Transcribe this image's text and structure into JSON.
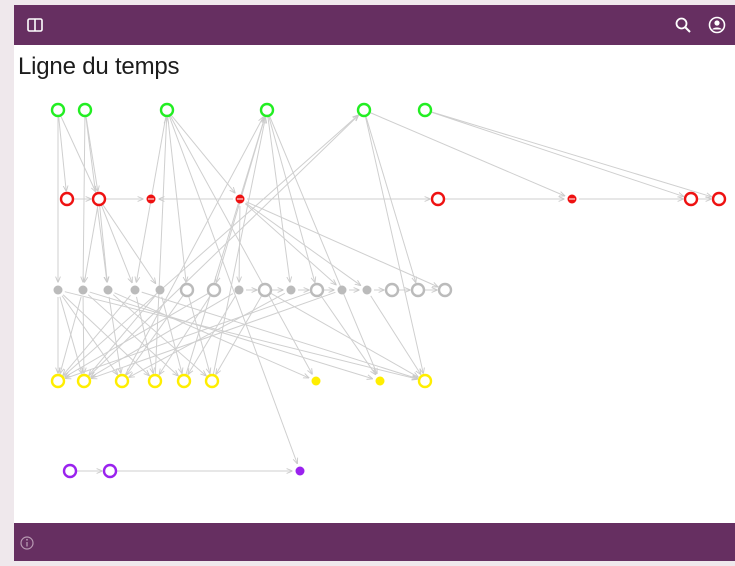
{
  "page_title": "Ligne du temps",
  "colors": {
    "bar": "#662f61",
    "edge": "#cfcfcf",
    "green": "#22ee22",
    "red": "#ee1111",
    "gray": "#bbbbbb",
    "yellow": "#ffee00",
    "purple": "#9a22ee"
  },
  "icons": {
    "book": "book-icon",
    "search": "search-icon",
    "account": "account-icon",
    "info": "info-icon"
  },
  "timeline": {
    "nodes": [
      {
        "id": "g1",
        "color": "green",
        "style": "ring"
      },
      {
        "id": "g2",
        "color": "green",
        "style": "ring"
      },
      {
        "id": "g3",
        "color": "green",
        "style": "ring"
      },
      {
        "id": "g4",
        "color": "green",
        "style": "ring"
      },
      {
        "id": "g5",
        "color": "green",
        "style": "ring"
      },
      {
        "id": "g6",
        "color": "green",
        "style": "ring"
      },
      {
        "id": "r1",
        "color": "red",
        "style": "ring"
      },
      {
        "id": "r2",
        "color": "red",
        "style": "ring"
      },
      {
        "id": "r3",
        "color": "red",
        "style": "dot"
      },
      {
        "id": "r4",
        "color": "red",
        "style": "dot"
      },
      {
        "id": "r5",
        "color": "red",
        "style": "ring"
      },
      {
        "id": "r6",
        "color": "red",
        "style": "dot"
      },
      {
        "id": "r7",
        "color": "red",
        "style": "ring"
      },
      {
        "id": "r8",
        "color": "red",
        "style": "ring"
      },
      {
        "id": "n1",
        "color": "gray",
        "style": "dot"
      },
      {
        "id": "n2",
        "color": "gray",
        "style": "dot"
      },
      {
        "id": "n3",
        "color": "gray",
        "style": "dot"
      },
      {
        "id": "n4",
        "color": "gray",
        "style": "dot"
      },
      {
        "id": "n5",
        "color": "gray",
        "style": "dot"
      },
      {
        "id": "n6",
        "color": "gray",
        "style": "ring"
      },
      {
        "id": "n7",
        "color": "gray",
        "style": "ring"
      },
      {
        "id": "n8",
        "color": "gray",
        "style": "dot"
      },
      {
        "id": "n9",
        "color": "gray",
        "style": "ring"
      },
      {
        "id": "n10",
        "color": "gray",
        "style": "dot"
      },
      {
        "id": "n11",
        "color": "gray",
        "style": "ring"
      },
      {
        "id": "n12",
        "color": "gray",
        "style": "dot"
      },
      {
        "id": "n13",
        "color": "gray",
        "style": "dot"
      },
      {
        "id": "n14",
        "color": "gray",
        "style": "ring"
      },
      {
        "id": "n15",
        "color": "gray",
        "style": "ring"
      },
      {
        "id": "n16",
        "color": "gray",
        "style": "ring"
      },
      {
        "id": "y1",
        "color": "yellow",
        "style": "ring"
      },
      {
        "id": "y2",
        "color": "yellow",
        "style": "ring"
      },
      {
        "id": "y3",
        "color": "yellow",
        "style": "ring"
      },
      {
        "id": "y4",
        "color": "yellow",
        "style": "ring"
      },
      {
        "id": "y5",
        "color": "yellow",
        "style": "ring"
      },
      {
        "id": "y6",
        "color": "yellow",
        "style": "ring"
      },
      {
        "id": "y7",
        "color": "yellow",
        "style": "dot"
      },
      {
        "id": "y8",
        "color": "yellow",
        "style": "dot"
      },
      {
        "id": "y9",
        "color": "yellow",
        "style": "ring"
      },
      {
        "id": "p1",
        "color": "purple",
        "style": "ring"
      },
      {
        "id": "p2",
        "color": "purple",
        "style": "ring"
      },
      {
        "id": "p3",
        "color": "purple",
        "style": "dot"
      }
    ],
    "edges": [
      [
        "g1",
        "r1"
      ],
      [
        "g1",
        "n1"
      ],
      [
        "g1",
        "r2"
      ],
      [
        "g2",
        "r2"
      ],
      [
        "g2",
        "n2"
      ],
      [
        "g2",
        "n3"
      ],
      [
        "g3",
        "n4"
      ],
      [
        "g3",
        "n6"
      ],
      [
        "g3",
        "r4"
      ],
      [
        "g3",
        "y7"
      ],
      [
        "g3",
        "p3"
      ],
      [
        "g4",
        "n7"
      ],
      [
        "g4",
        "n10"
      ],
      [
        "g4",
        "y8"
      ],
      [
        "g4",
        "n11"
      ],
      [
        "g5",
        "r6"
      ],
      [
        "g5",
        "n15"
      ],
      [
        "g5",
        "y9"
      ],
      [
        "g6",
        "r7"
      ],
      [
        "g6",
        "r8"
      ],
      [
        "r1",
        "r2"
      ],
      [
        "r2",
        "r3"
      ],
      [
        "r4",
        "r3"
      ],
      [
        "r4",
        "r5"
      ],
      [
        "r5",
        "r6"
      ],
      [
        "r6",
        "r7"
      ],
      [
        "r7",
        "r8"
      ],
      [
        "r2",
        "n2"
      ],
      [
        "r2",
        "n3"
      ],
      [
        "r2",
        "n4"
      ],
      [
        "r2",
        "n5"
      ],
      [
        "r4",
        "n8"
      ],
      [
        "r4",
        "n12"
      ],
      [
        "r4",
        "n13"
      ],
      [
        "r4",
        "n16"
      ],
      [
        "n1",
        "y1"
      ],
      [
        "n1",
        "y2"
      ],
      [
        "n1",
        "y3"
      ],
      [
        "n1",
        "y4"
      ],
      [
        "n1",
        "y9"
      ],
      [
        "n2",
        "y1"
      ],
      [
        "n2",
        "y2"
      ],
      [
        "n2",
        "y5"
      ],
      [
        "n2",
        "y8"
      ],
      [
        "n3",
        "y3"
      ],
      [
        "n3",
        "y6"
      ],
      [
        "n3",
        "y7"
      ],
      [
        "n4",
        "y1"
      ],
      [
        "n4",
        "y4"
      ],
      [
        "n4",
        "y9"
      ],
      [
        "n5",
        "y2"
      ],
      [
        "n5",
        "y5"
      ],
      [
        "n6",
        "y3"
      ],
      [
        "n6",
        "y6"
      ],
      [
        "n7",
        "y1"
      ],
      [
        "n7",
        "y4"
      ],
      [
        "n8",
        "y2"
      ],
      [
        "n8",
        "y5"
      ],
      [
        "n9",
        "y6"
      ],
      [
        "n9",
        "y9"
      ],
      [
        "n10",
        "y3"
      ],
      [
        "n11",
        "y1"
      ],
      [
        "n11",
        "y8"
      ],
      [
        "n12",
        "y2"
      ],
      [
        "n13",
        "y9"
      ],
      [
        "y1",
        "g5"
      ],
      [
        "y2",
        "g5"
      ],
      [
        "y3",
        "g4"
      ],
      [
        "y5",
        "g4"
      ],
      [
        "y6",
        "g4"
      ],
      [
        "y4",
        "g3"
      ],
      [
        "n8",
        "n9"
      ],
      [
        "n9",
        "n10"
      ],
      [
        "n10",
        "n11"
      ],
      [
        "n11",
        "n12"
      ],
      [
        "n12",
        "n13"
      ],
      [
        "n13",
        "n14"
      ],
      [
        "n14",
        "n15"
      ],
      [
        "n15",
        "n16"
      ],
      [
        "p1",
        "p2"
      ],
      [
        "p2",
        "p3"
      ]
    ]
  },
  "footer": {
    "info": "info"
  }
}
